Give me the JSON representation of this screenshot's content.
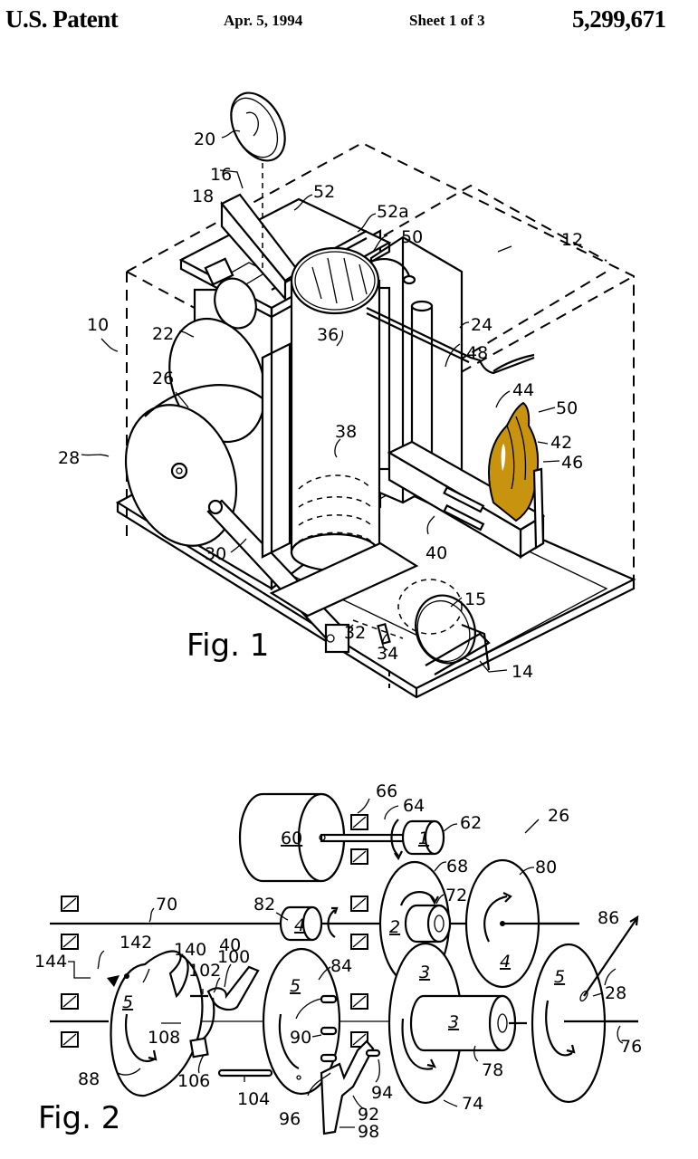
{
  "header": {
    "patent_label": "U.S. Patent",
    "date": "Apr. 5, 1994",
    "sheet": "Sheet 1 of 3",
    "patent_number": "5,299,671"
  },
  "colors": {
    "ink": "#000000",
    "paper": "#ffffff",
    "hand_highlight": "#C8930E"
  },
  "figure1": {
    "caption": "Fig. 1",
    "refs": {
      "r10": "10",
      "r12": "12",
      "r14": "14",
      "r15": "15",
      "r16": "16",
      "r18": "18",
      "r20": "20",
      "r22": "22",
      "r24": "24",
      "r26": "26",
      "r28": "28",
      "r30": "30",
      "r32": "32",
      "r34": "34",
      "r36": "36",
      "r38": "38",
      "r40": "40",
      "r42": "42",
      "r44": "44",
      "r46": "46",
      "r48": "48",
      "r50a": "50",
      "r50b": "50",
      "r52": "52",
      "r52a": "52a"
    }
  },
  "figure2": {
    "caption": "Fig. 2",
    "refs": {
      "r26": "26",
      "r28": "28",
      "r40": "40",
      "r60": "60",
      "r62": "62",
      "r64": "64",
      "r66": "66",
      "r68": "68",
      "r70": "70",
      "r72": "72",
      "r74": "74",
      "r76": "76",
      "r78": "78",
      "r80": "80",
      "r82": "82",
      "r84": "84",
      "r86": "86",
      "r88": "88",
      "r90": "90",
      "r92": "92",
      "r94": "94",
      "r96": "96",
      "r98": "98",
      "r100": "100",
      "r102": "102",
      "r104": "104",
      "r106": "106",
      "r108": "108",
      "r140": "140",
      "r142": "142",
      "r144": "144"
    },
    "gear_numbers": {
      "g1": "1",
      "g2": "2",
      "g3a": "3",
      "g3b": "3",
      "g4a": "4",
      "g4b": "4",
      "g5a": "5",
      "g5b": "5",
      "g5c": "5"
    }
  }
}
